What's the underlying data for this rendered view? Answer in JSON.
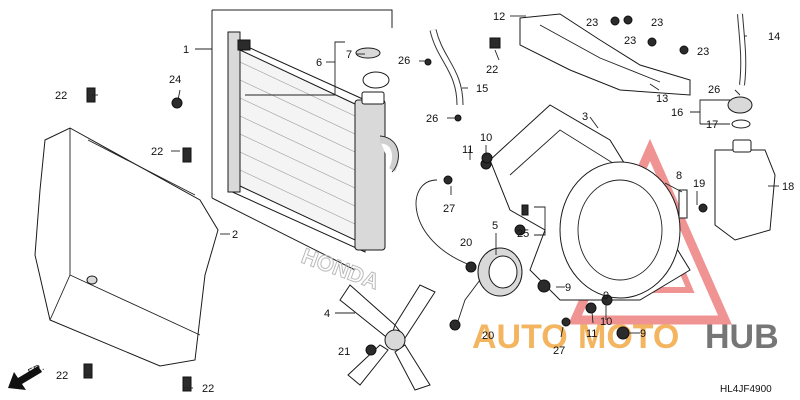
{
  "diagram_code": "HL4JF4900",
  "direction_label": "FR.",
  "watermark": {
    "brand_a": "AUTO",
    "brand_b": "MOTO",
    "brand_c": "HUB",
    "colors": {
      "auto": "#f2a33a",
      "moto": "#f2a33a",
      "hub": "#555555",
      "triangle": "#e23b3b"
    }
  },
  "frame_logo": "HONDA",
  "callouts": [
    "1",
    "2",
    "3",
    "4",
    "5",
    "6",
    "7",
    "8",
    "9",
    "9",
    "9",
    "10",
    "10",
    "11",
    "11",
    "12",
    "13",
    "14",
    "15",
    "16",
    "17",
    "18",
    "19",
    "20",
    "20",
    "21",
    "22",
    "22",
    "22",
    "22",
    "22",
    "23",
    "23",
    "23",
    "23",
    "23",
    "24",
    "25",
    "26",
    "26",
    "26",
    "27",
    "27"
  ]
}
